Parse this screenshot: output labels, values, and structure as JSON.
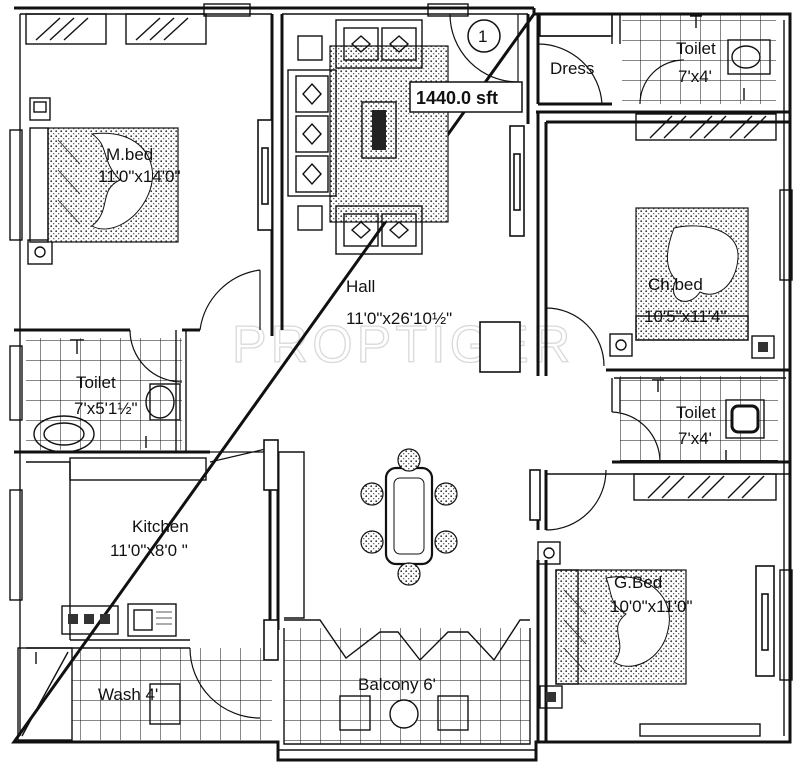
{
  "plan": {
    "area_badge": "1440.0 sft",
    "orientation_marker": "1",
    "watermark": "PROPTIGER",
    "rooms": {
      "master_bed": {
        "name": "M.bed",
        "size": "11'0\"x14'0\""
      },
      "hall": {
        "name": "Hall",
        "size": "11'0\"x26'10½\""
      },
      "dress": {
        "name": "Dress"
      },
      "toilet_top": {
        "name": "Toilet",
        "size": "7'x4'"
      },
      "child_bed": {
        "name": "Ch.bed",
        "size": "10'5\"x11'4\""
      },
      "toilet_left": {
        "name": "Toilet",
        "size": "7'x5'1½\""
      },
      "toilet_mid": {
        "name": "Toilet",
        "size": "7'x4'"
      },
      "kitchen": {
        "name": "Kitchen",
        "size": "11'0\"x8'0 \""
      },
      "guest_bed": {
        "name": "G.Bed",
        "size": "10'0\"x11'0\""
      },
      "wash": {
        "name": "Wash 4'"
      },
      "balcony": {
        "name": "Balcony 6'"
      }
    }
  }
}
